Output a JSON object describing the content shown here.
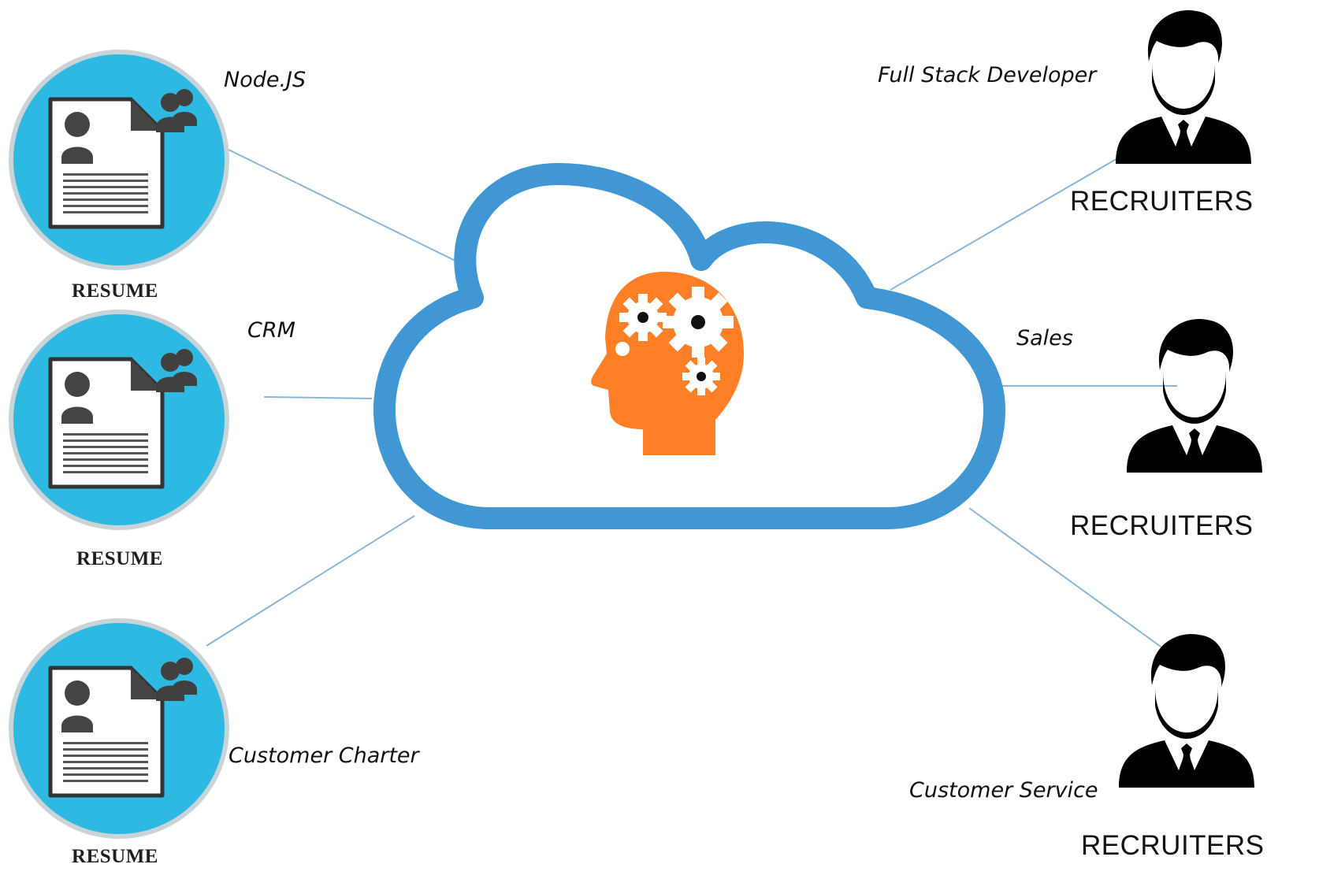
{
  "colors": {
    "badge_fill": "#2db9e1",
    "badge_ring": "#c9d3d8",
    "cloud_stroke": "#4197d3",
    "connector": "#8ab6d6",
    "head_fill": "#ff7f27",
    "recruiter_fill": "#000000"
  },
  "candidates": [
    {
      "caption": "RESUME",
      "skill": "Node.JS",
      "icon": "resume-document-icon"
    },
    {
      "caption": "RESUME",
      "skill": "CRM",
      "icon": "resume-document-icon"
    },
    {
      "caption": "RESUME",
      "skill": "Customer Charter",
      "icon": "resume-document-icon"
    }
  ],
  "recruiters": [
    {
      "caption": "RECRUITERS",
      "role": "Full Stack Developer",
      "icon": "recruiter-person-icon"
    },
    {
      "caption": "RECRUITERS",
      "role": "Sales",
      "icon": "recruiter-person-icon"
    },
    {
      "caption": "RECRUITERS",
      "role": "Customer Service",
      "icon": "recruiter-person-icon"
    }
  ],
  "hub": {
    "icon": "cloud-brain-gears-icon"
  }
}
